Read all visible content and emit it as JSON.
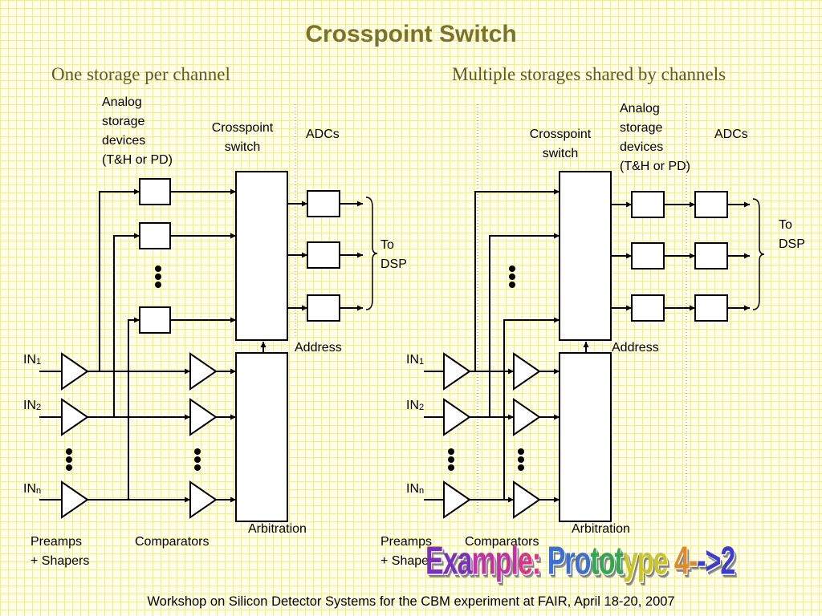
{
  "title": "Crosspoint Switch",
  "left_subtitle": "One storage per channel",
  "right_subtitle": "Multiple storages shared by channels",
  "left": {
    "analog": [
      "Analog",
      "storage",
      "devices",
      "(T&H or PD)"
    ],
    "crosspoint": [
      "Crosspoint",
      "switch"
    ],
    "adcs": "ADCs",
    "to_dsp": [
      "To",
      "DSP"
    ],
    "address": "Address",
    "arbitration": "Arbitration",
    "preamps": [
      "Preamps",
      "+ Shapers"
    ],
    "comparators": "Comparators",
    "inputs": [
      {
        "base": "IN",
        "sub": "1"
      },
      {
        "base": "IN",
        "sub": "2"
      },
      {
        "base": "IN",
        "sub": "n"
      }
    ]
  },
  "right": {
    "analog": [
      "Analog",
      "storage",
      "devices",
      "(T&H or PD)"
    ],
    "crosspoint": [
      "Crosspoint",
      "switch"
    ],
    "adcs": "ADCs",
    "to_dsp": [
      "To",
      "DSP"
    ],
    "address": "Address",
    "arbitration": "Arbitration",
    "preamps": [
      "Preamps",
      "+ Shapers"
    ],
    "comparators": "Comparators",
    "inputs": [
      {
        "base": "IN",
        "sub": "1"
      },
      {
        "base": "IN",
        "sub": "2"
      },
      {
        "base": "IN",
        "sub": "n"
      }
    ]
  },
  "wordart": {
    "text": "Example: Prototype 4-->2",
    "colors": [
      "#7b2fbf",
      "#c72fa8",
      "#e0308a",
      "#3b6fd8",
      "#2fa84f",
      "#c9c52a",
      "#e08a2a",
      "#3b3bd8"
    ]
  },
  "footer": "Workshop on Silicon Detector Systems for the CBM experiment at FAIR, April 18-20, 2007"
}
